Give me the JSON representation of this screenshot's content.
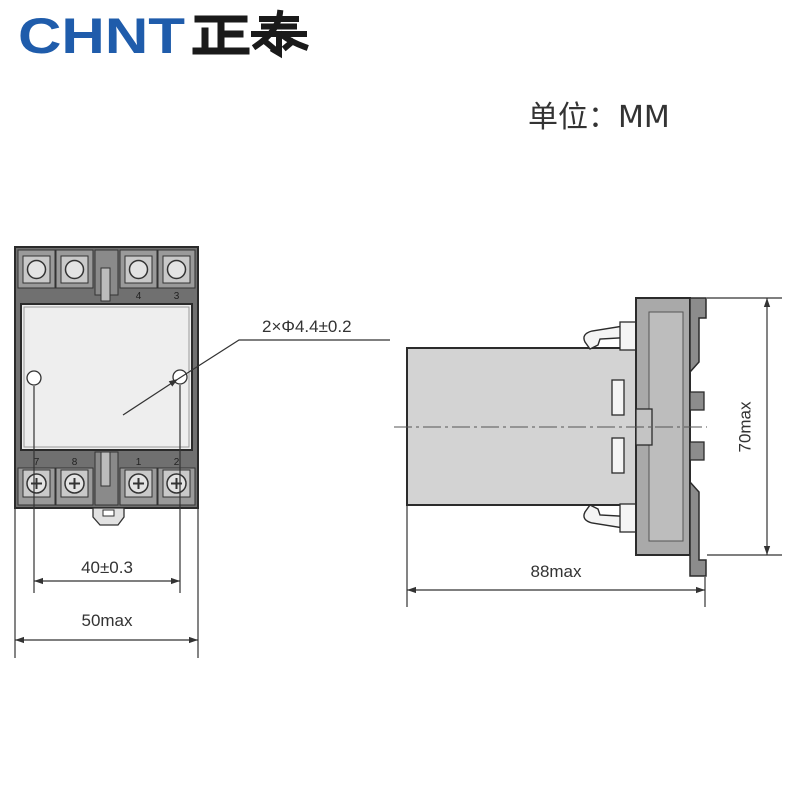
{
  "logo": {
    "latin": "CHNT",
    "cjk": "正泰"
  },
  "unit_label": "单位：MM",
  "front_view": {
    "top_terminal_labels": [
      "4",
      "3"
    ],
    "bottom_terminal_labels": [
      "7",
      "8",
      "1",
      "2"
    ],
    "hole_callout": "2×Φ4.4±0.2",
    "hole_spacing_dim": "40±0.3",
    "width_dim": "50max"
  },
  "side_view": {
    "depth_dim": "88max",
    "height_dim": "70max"
  },
  "colors": {
    "brand_blue": "#1f5cab",
    "logo_black": "#1a1a1a",
    "housing": "#707070",
    "face_panel": "#eeeeee",
    "relay_body": "#d3d3d3",
    "socket": "#a9a9a9"
  }
}
